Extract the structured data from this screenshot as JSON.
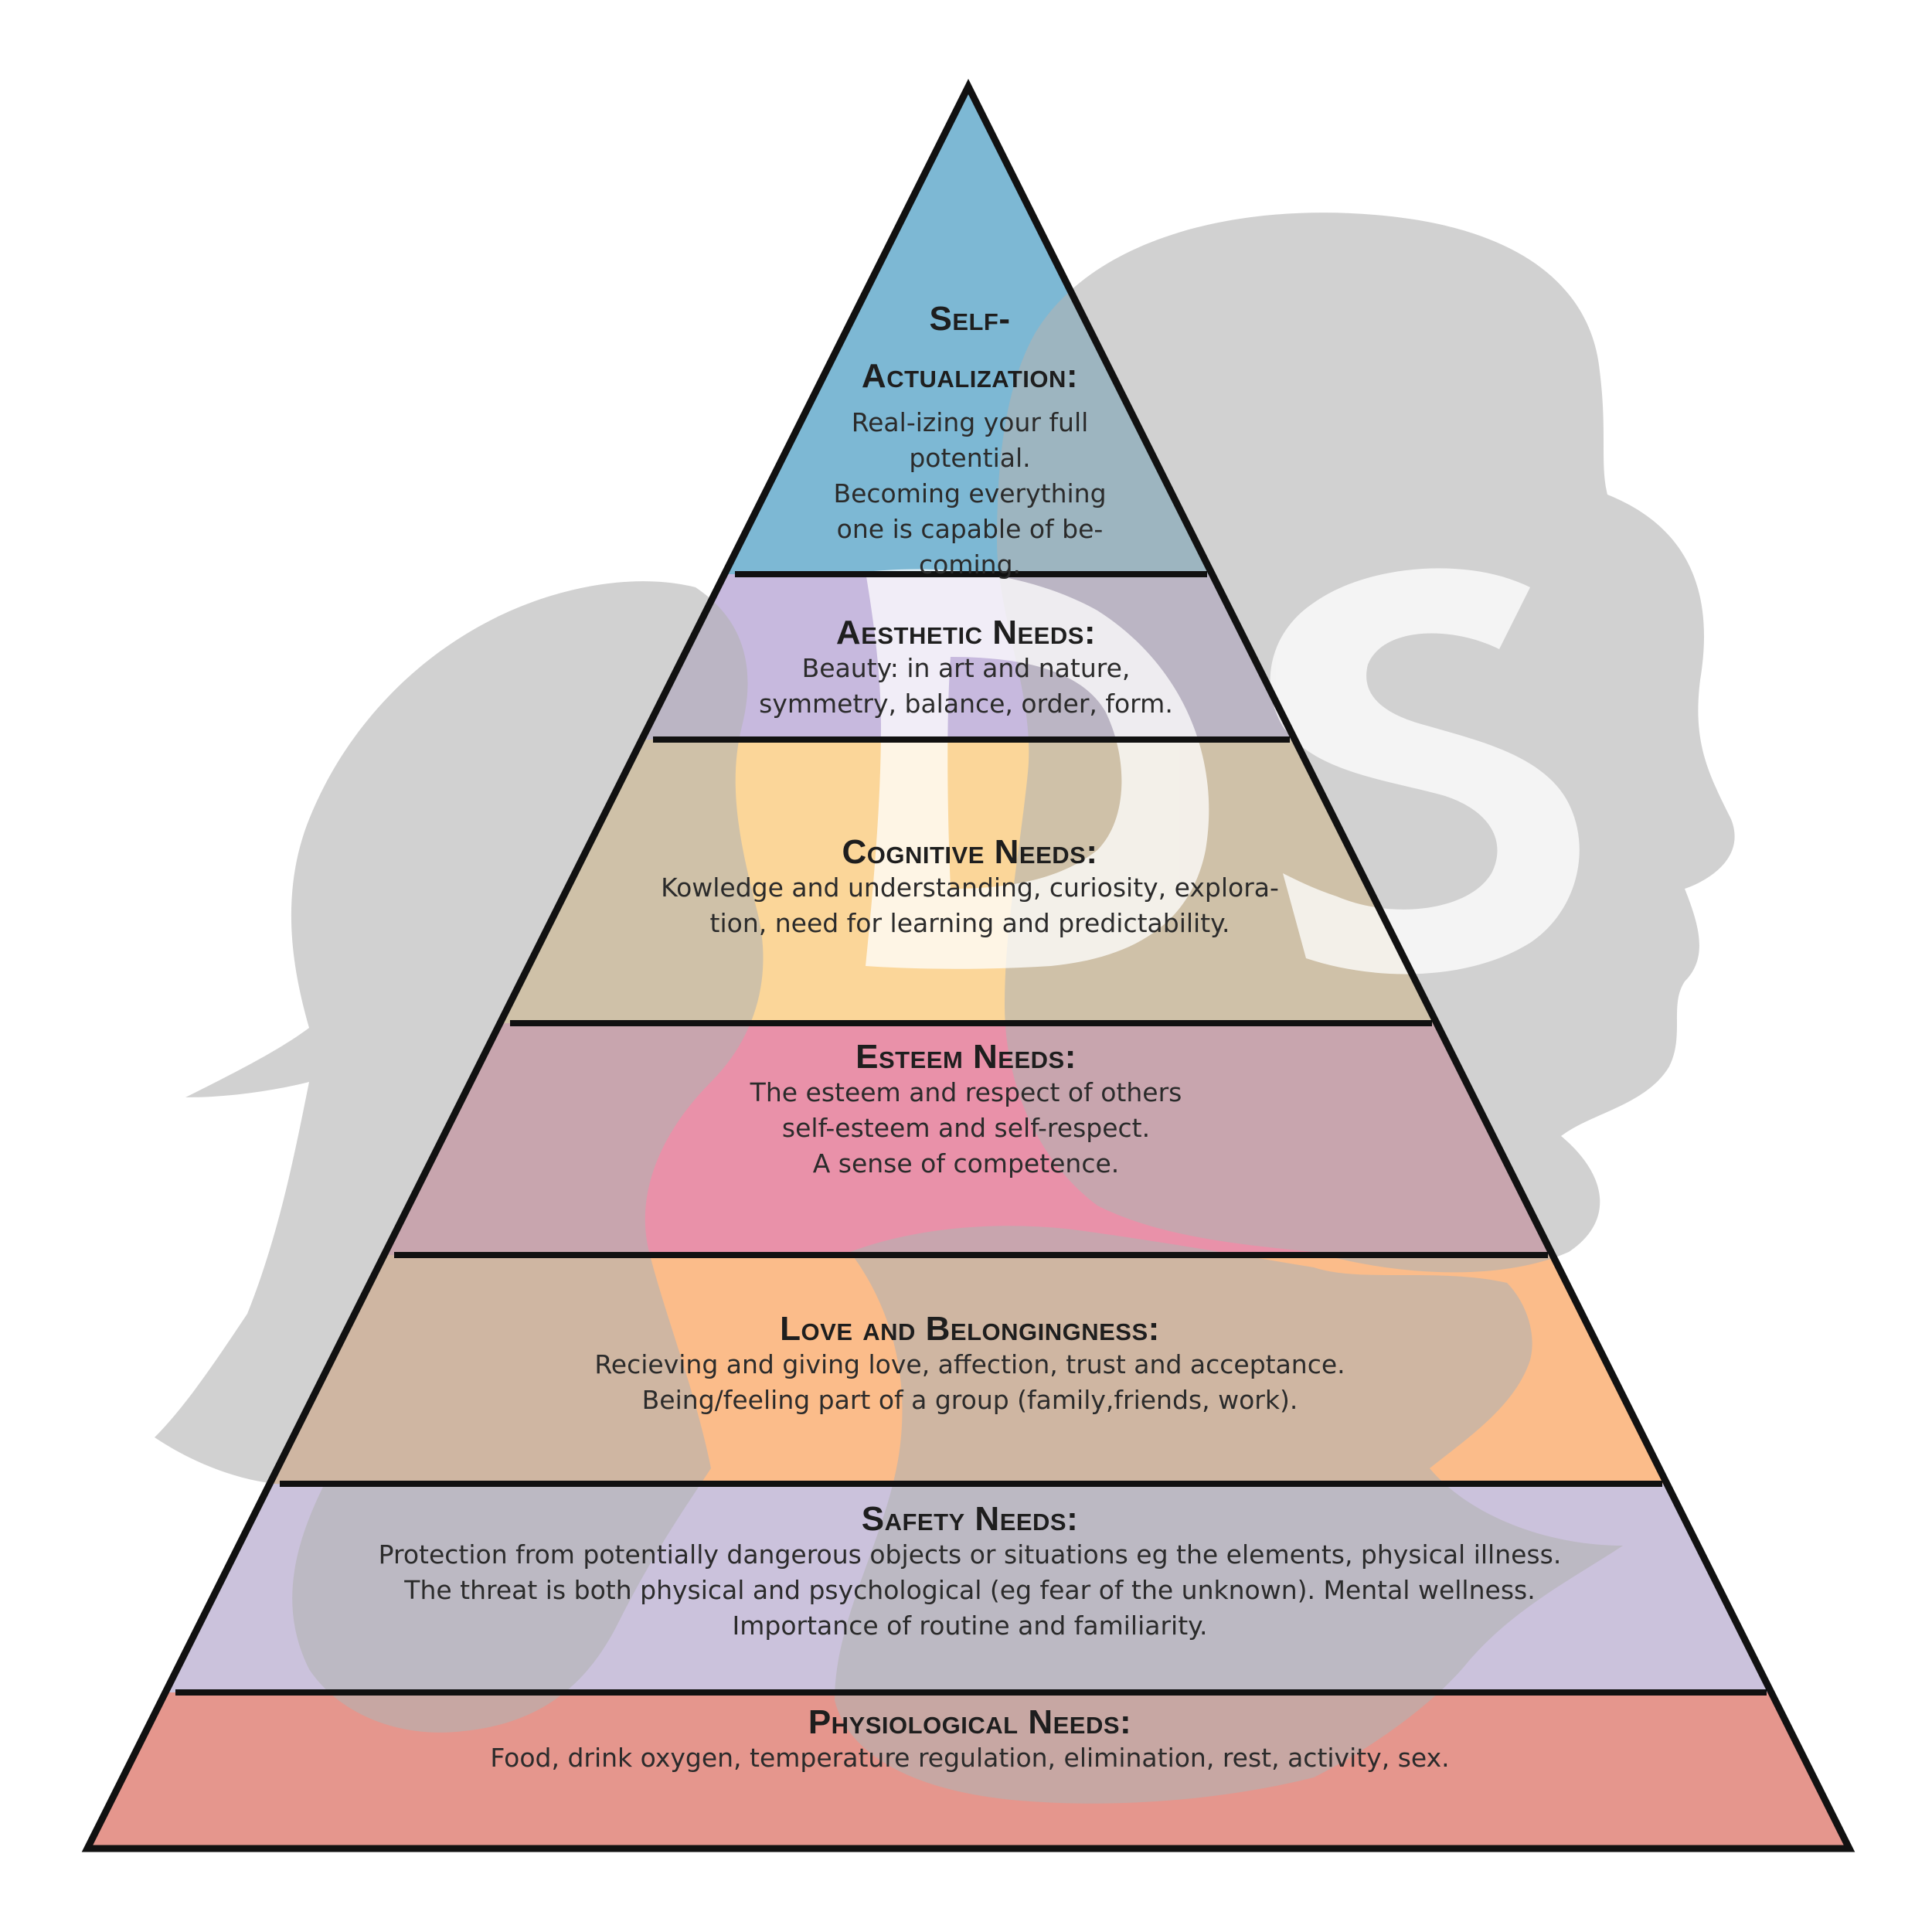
{
  "diagram": {
    "type": "pyramid",
    "tiers": [
      {
        "title": "Self-Actualization:",
        "description": "Real-izing your full\npotential.\nBecoming everything\none is capable of be-\ncoming.",
        "color": "#7db8d4"
      },
      {
        "title": "Aesthetic Needs:",
        "description": "Beauty: in art and nature,\nsymmetry, balance, order, form.",
        "color": "#c7b9de"
      },
      {
        "title": "Cognitive Needs:",
        "description": "Kowledge and understanding, curiosity, explora-\ntion, need for learning and predictability.",
        "color": "#fbd699"
      },
      {
        "title": "Esteem Needs:",
        "description": "The esteem and respect of others\nself-esteem and self-respect.\nA sense of competence.",
        "color": "#e991a9"
      },
      {
        "title": "Love and Belongingness:",
        "description": "Recieving and giving love, affection, trust and acceptance.\nBeing/feeling part of a group (family,friends, work).",
        "color": "#fbbc8a"
      },
      {
        "title": "Safety Needs:",
        "description": "Protection from potentially dangerous objects or situations eg the elements, physical illness.\nThe threat is both physical and psychological (eg fear of the unknown). Mental wellness.\nImportance of routine and familiarity.",
        "color": "#cbc2dc"
      },
      {
        "title": "Physiological Needs:",
        "description": "Food, drink oxygen, temperature regulation, elimination, rest, activity, sex.",
        "color": "#e5968d"
      }
    ]
  },
  "background": {
    "silhouette_color": "#b3b3b3",
    "logo": "DS",
    "logo_fill": "#ffffff"
  }
}
